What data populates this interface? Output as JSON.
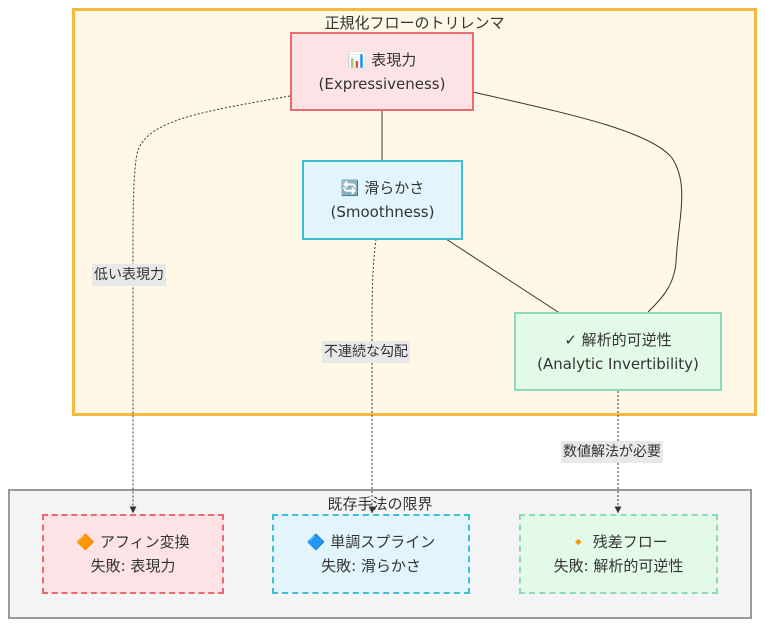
{
  "clusters": {
    "trilemma": {
      "title": "正規化フローのトリレンマ"
    },
    "limits": {
      "title": "既存手法の限界"
    }
  },
  "nodes": {
    "expressiveness": {
      "line1": "📊 表現力",
      "line2": "(Expressiveness)"
    },
    "smoothness": {
      "line1": "🔄 滑らかさ",
      "line2": "(Smoothness)"
    },
    "invertibility": {
      "line1": "✓ 解析的可逆性",
      "line2": "(Analytic Invertibility)"
    },
    "affine": {
      "line1": "🔶 アフィン変換",
      "line2": "失敗: 表現力"
    },
    "spline": {
      "line1": "🔷 単調スプライン",
      "line2": "失敗: 滑らかさ"
    },
    "residual": {
      "line1": "🔸 残差フロー",
      "line2": "失敗: 解析的可逆性"
    }
  },
  "edge_labels": {
    "low_expressiveness": "低い表現力",
    "discontinuous_gradient": "不連続な勾配",
    "numerical_inverse": "数値解法が必要"
  },
  "colors": {
    "trilemma_fill": "#fff8e6",
    "trilemma_stroke": "#f5b942",
    "limits_fill": "#f4f4f4",
    "limits_stroke": "#999999",
    "red_fill": "#fde3e6",
    "red_stroke": "#e96a6f",
    "blue_fill": "#e2f4fc",
    "blue_stroke": "#3fbfcf",
    "green_fill": "#e4fae8",
    "green_stroke": "#8ed9b8"
  }
}
